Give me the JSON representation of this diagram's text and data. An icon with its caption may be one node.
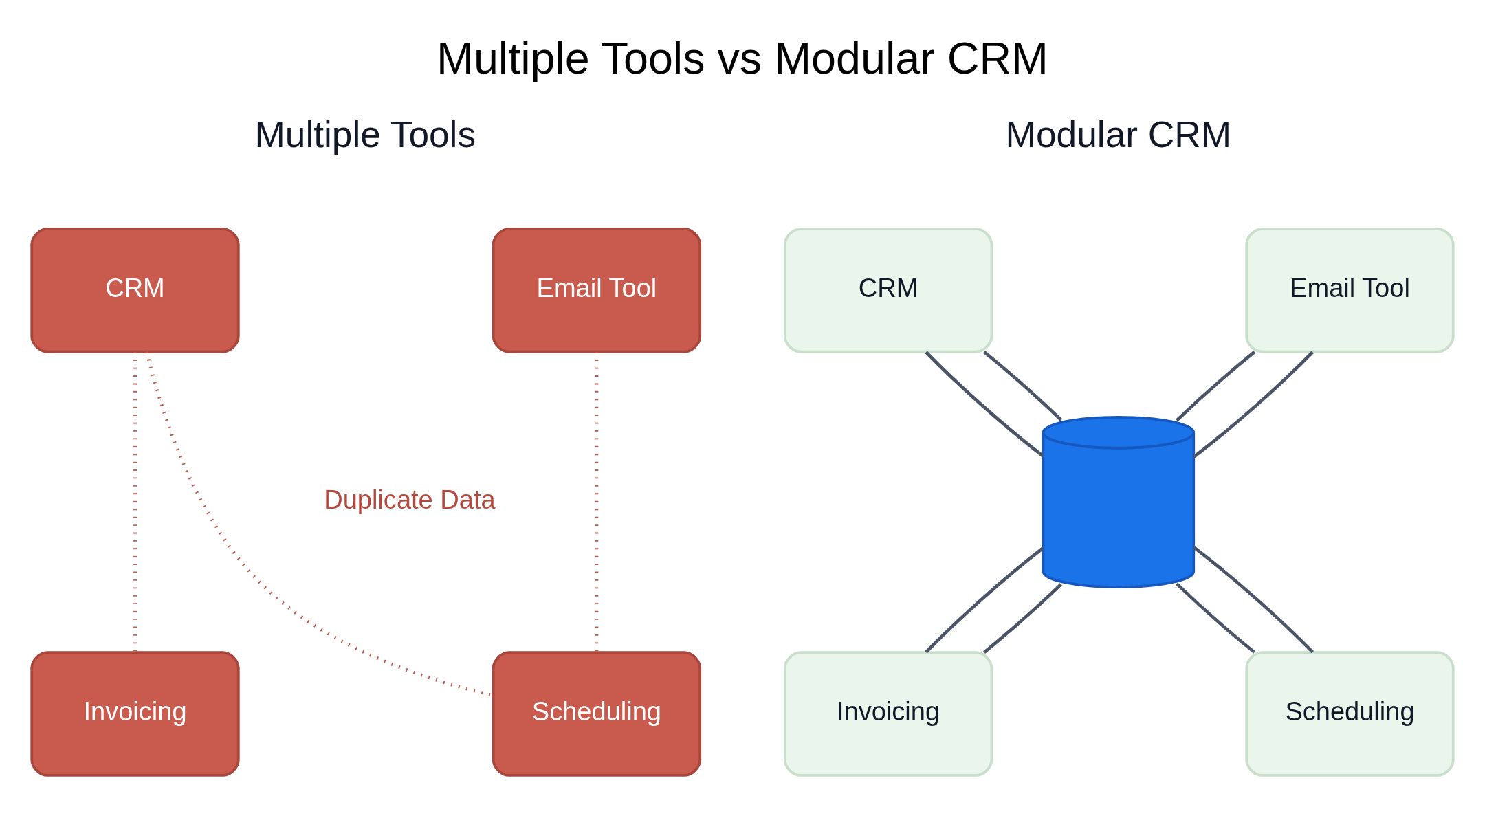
{
  "diagram": {
    "title": "Multiple Tools vs Modular CRM",
    "nodes": [
      {
        "text": [
          "CRM"
        ]
      },
      {
        "text": [
          "Email Tool"
        ]
      },
      {
        "text": [
          "Invoicing"
        ]
      },
      {
        "text": [
          "Scheduling"
        ]
      },
      {
        "text": [
          "CRM"
        ]
      },
      {
        "text": [
          "Email Tool"
        ]
      },
      {
        "text": [],
        "shape": "cylinder"
      },
      {
        "text": [
          "Invoicing"
        ]
      },
      {
        "text": [
          "Scheduling"
        ]
      }
    ],
    "edges": [
      {
        "from": 0,
        "to": 2,
        "arrow": "none",
        "style": "dashed",
        "color": "#c0584b"
      },
      {
        "from": 0,
        "to": 3,
        "arrow": "none",
        "style": "dashed",
        "color": "#c0584b"
      },
      {
        "from": 1,
        "to": 3,
        "arrow": "none",
        "style": "dashed",
        "color": "#c0584b"
      },
      {
        "from": 4,
        "to": 6,
        "arrow": "none"
      },
      {
        "from": 4,
        "to": 6,
        "arrow": "none"
      },
      {
        "from": 5,
        "to": 6,
        "arrow": "none"
      },
      {
        "from": 5,
        "to": 6,
        "arrow": "none"
      },
      {
        "from": 6,
        "to": 7,
        "arrow": "none"
      },
      {
        "from": 6,
        "to": 7,
        "arrow": "none"
      },
      {
        "from": 6,
        "to": 8,
        "arrow": "none"
      },
      {
        "from": 6,
        "to": 8,
        "arrow": "none"
      }
    ],
    "labels": [
      "Multiple Tools",
      "Modular CRM",
      "Duplicate Data"
    ]
  }
}
